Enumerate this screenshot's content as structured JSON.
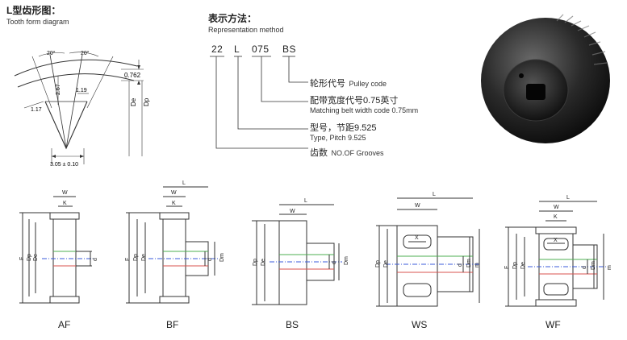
{
  "tooth": {
    "title_cn": "L型齿形图：",
    "title_en": "Tooth form diagram",
    "angle_left": "20°",
    "angle_right": "20°",
    "dim_0762": "0.762",
    "dim_267": "2.67",
    "dim_119": "1.19",
    "dim_117": "1.17",
    "label_de": "De",
    "label_dp": "Dp",
    "dim_bottom": "3.05 ± 0.10"
  },
  "representation": {
    "title_cn": "表示方法：",
    "title_en": "Representation method",
    "codes": [
      "22",
      "L",
      "075",
      "BS"
    ],
    "items": [
      {
        "cn": "轮形代号",
        "en": "Pulley code"
      },
      {
        "cn": "配带宽度代号0.75英寸",
        "en": "Matching belt width code 0.75mm"
      },
      {
        "cn": "型号，节距9.525",
        "en": "Type, Pitch 9.525"
      },
      {
        "cn": "齿数",
        "en": "NO.OF Grooves"
      }
    ]
  },
  "pulleys": [
    {
      "name": "AF",
      "dims": [
        "W",
        "K",
        "F",
        "Dp",
        "De",
        "d"
      ]
    },
    {
      "name": "BF",
      "dims": [
        "L",
        "W",
        "K",
        "F",
        "Dp",
        "De",
        "d",
        "Dm"
      ]
    },
    {
      "name": "BS",
      "dims": [
        "L",
        "W",
        "Dp",
        "De",
        "d",
        "Dm"
      ]
    },
    {
      "name": "WS",
      "dims": [
        "L",
        "W",
        "X",
        "Dp",
        "De",
        "d",
        "Dm",
        "m"
      ]
    },
    {
      "name": "WF",
      "dims": [
        "L",
        "W",
        "K",
        "X",
        "F",
        "Dp",
        "De",
        "d",
        "Dm",
        "m"
      ]
    }
  ],
  "colors": {
    "line": "#333333",
    "accent_green": "#4caf50",
    "accent_blue": "#3b5bdb",
    "accent_red": "#d9534f",
    "accent_yellow": "#d8b400"
  }
}
